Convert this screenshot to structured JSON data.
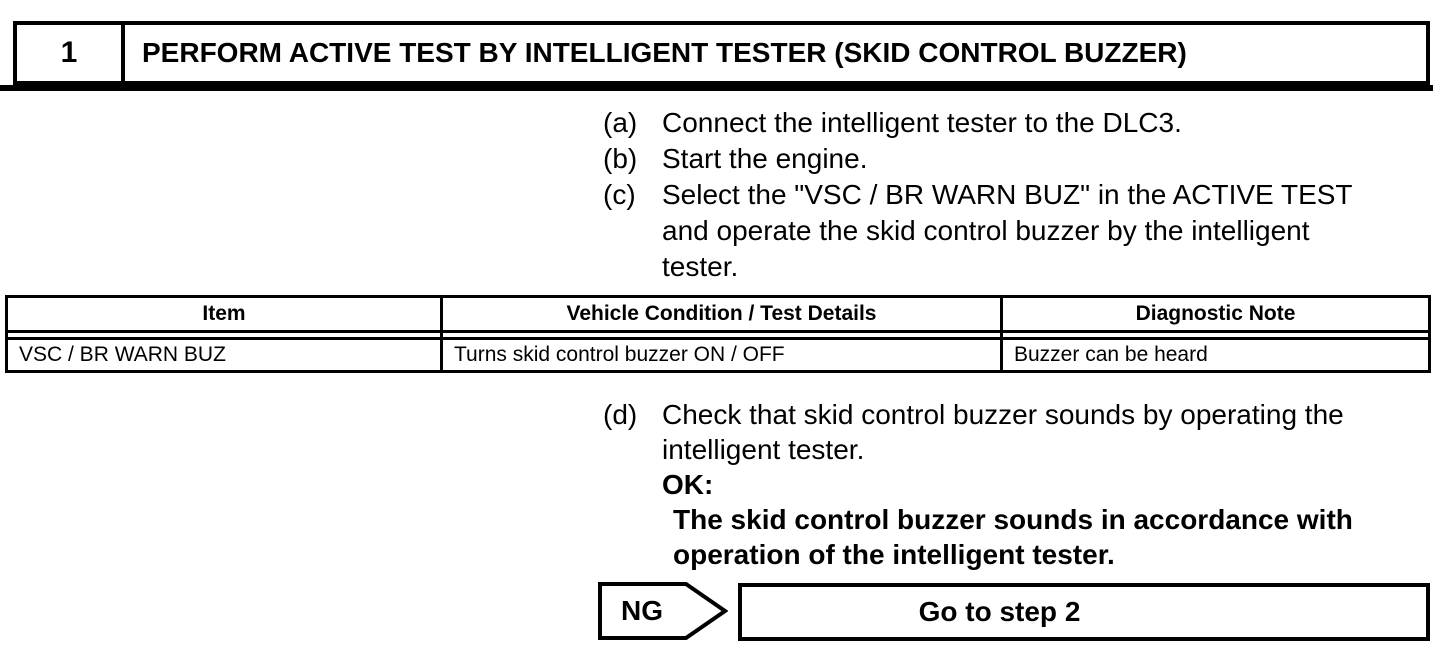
{
  "header": {
    "step_number": "1",
    "title": "PERFORM ACTIVE TEST BY INTELLIGENT TESTER (SKID CONTROL BUZZER)"
  },
  "instructions": [
    {
      "marker": "(a)",
      "lines": [
        "Connect the intelligent tester to the DLC3."
      ]
    },
    {
      "marker": "(b)",
      "lines": [
        "Start the engine."
      ]
    },
    {
      "marker": "(c)",
      "lines": [
        "Select the \"VSC / BR WARN BUZ\" in the ACTIVE TEST",
        "and operate the skid control buzzer by the intelligent",
        "tester."
      ]
    }
  ],
  "table": {
    "headers": [
      "Item",
      "Vehicle Condition / Test Details",
      "Diagnostic Note"
    ],
    "rows": [
      [
        "VSC / BR WARN BUZ",
        "Turns skid control buzzer ON / OFF",
        "Buzzer can be heard"
      ]
    ]
  },
  "check": {
    "marker": "(d)",
    "lines": [
      "Check that skid control buzzer sounds by operating the",
      "intelligent tester."
    ],
    "ok_label": "OK:",
    "ok_lines": [
      "The skid control buzzer sounds in accordance with",
      "operation of the intelligent tester."
    ]
  },
  "result": {
    "ng_label": "NG",
    "action_label": "Go to step 2"
  }
}
